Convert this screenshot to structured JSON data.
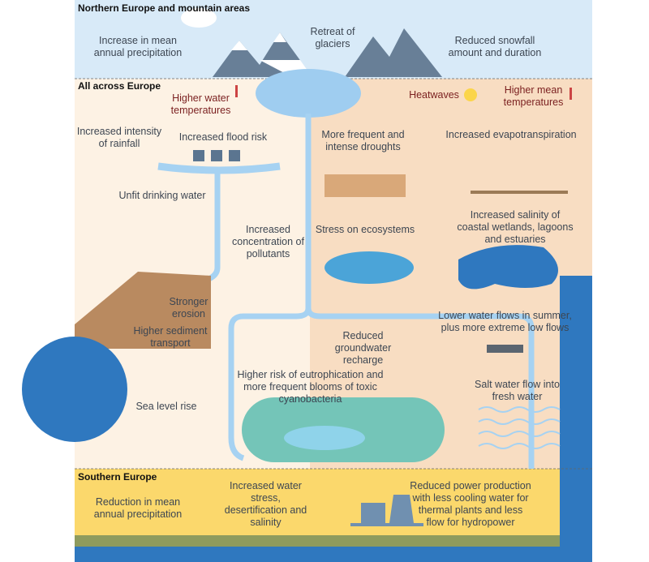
{
  "regions": {
    "north": "Northern Europe and mountain areas",
    "all": "All across Europe",
    "south": "Southern Europe"
  },
  "labels": {
    "precip_increase": "Increase in mean annual precipitation",
    "glaciers": "Retreat of glaciers",
    "snowfall": "Reduced snowfall amount and duration",
    "water_temp": "Higher water temperatures",
    "heatwaves": "Heatwaves",
    "mean_temp": "Higher mean temperatures",
    "rainfall": "Increased intensity of rainfall",
    "flood": "Increased flood risk",
    "droughts": "More frequent and intense droughts",
    "evapo": "Increased evapotranspiration",
    "drinking": "Unfit drinking water",
    "pollutants": "Increased concentration of pollutants",
    "ecosystems": "Stress on ecosystems",
    "salinity_coastal": "Increased salinity of coastal wetlands, lagoons and estuaries",
    "erosion": "Stronger erosion",
    "sediment": "Higher sediment transport",
    "low_flows": "Lower water flows in summer, plus more extreme low flows",
    "groundwater": "Reduced groundwater recharge",
    "eutrophication": "Higher risk of eutrophication and more frequent blooms of toxic cyanobacteria",
    "saltwater": "Salt water flow into fresh water",
    "sea_level": "Sea level rise",
    "precip_reduction": "Reduction in mean annual precipitation",
    "water_stress": "Increased water stress, desertification and salinity",
    "power": "Reduced power production with less cooling water for thermal plants and less flow for hydropower"
  },
  "colors": {
    "north_bg": "#d8eaf8",
    "all_left_bg": "#fdf2e4",
    "all_right_bg": "#f8ddc2",
    "south_bg": "#fbd86c",
    "ground": "#8e9b5e",
    "sea": "#2f78bf",
    "river": "#a6d2f2",
    "mountain": "#687f97"
  }
}
